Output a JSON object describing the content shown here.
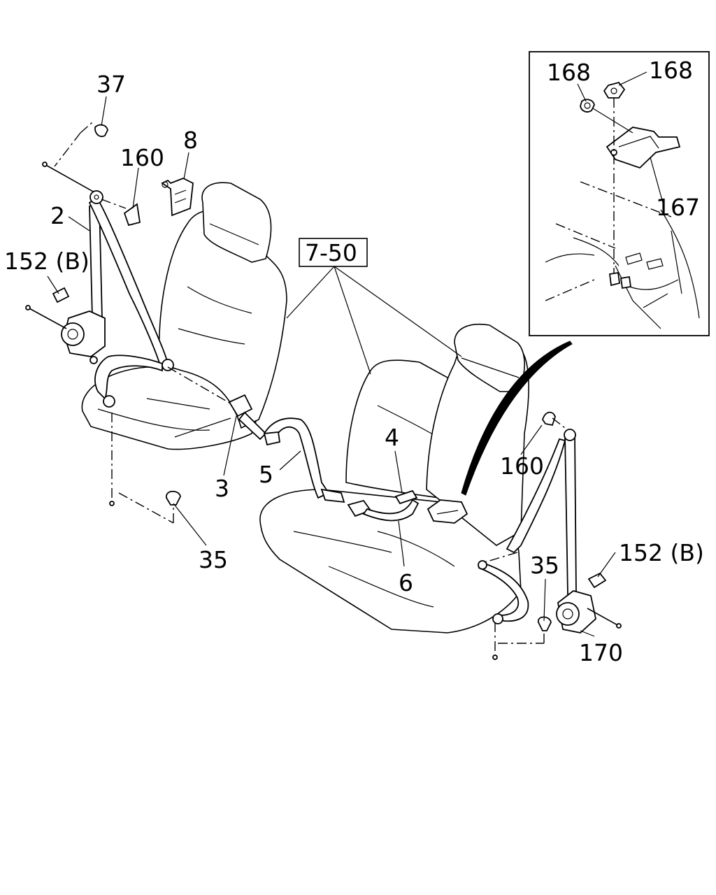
{
  "labels": {
    "p37": "37",
    "p160_left": "160",
    "p8": "8",
    "p2": "2",
    "p152b_left": "152 (B)",
    "p7_50": "7-50",
    "p3": "3",
    "p5": "5",
    "p35_left": "35",
    "p4": "4",
    "p6": "6",
    "p160_right": "160",
    "p152b_right": "152 (B)",
    "p35_right": "35",
    "p170": "170",
    "p168_a": "168",
    "p168_b": "168",
    "p167": "167"
  },
  "colors": {
    "line": "#000000",
    "background": "#ffffff"
  }
}
